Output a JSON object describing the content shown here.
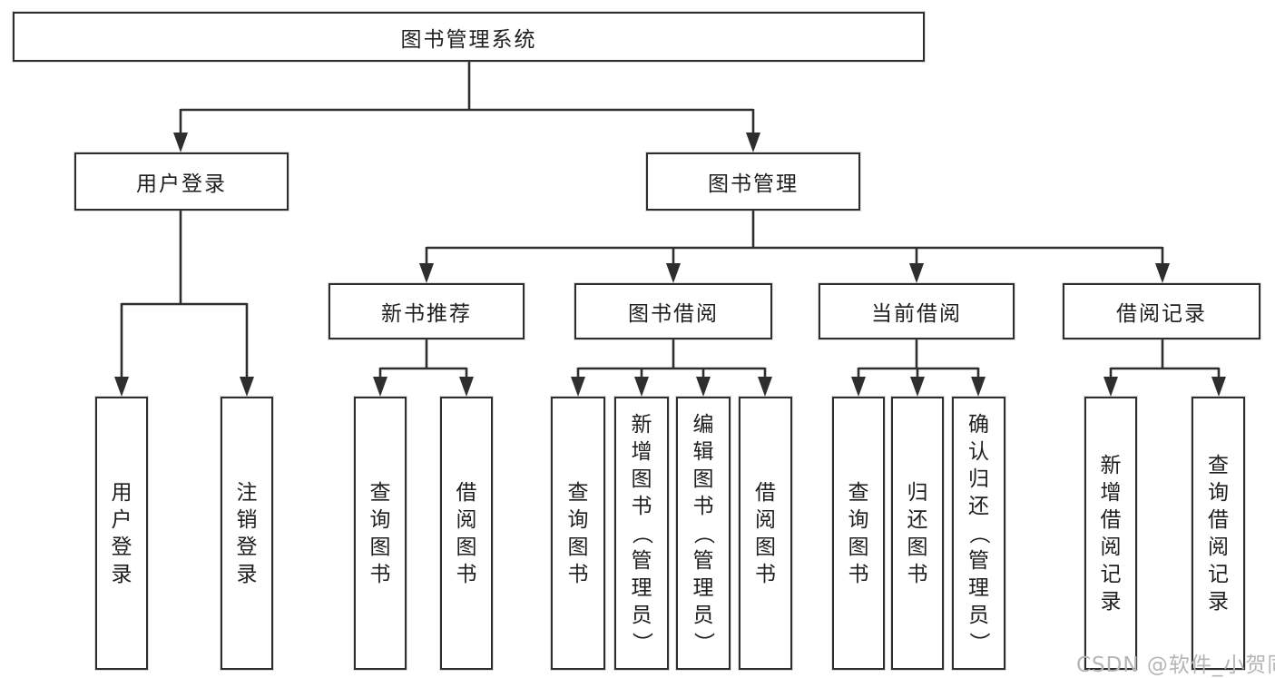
{
  "tree": {
    "label": "图书管理系统",
    "children": [
      {
        "label": "用户登录",
        "children": [
          {
            "label": "用户登录"
          },
          {
            "label": "注销登录"
          }
        ]
      },
      {
        "label": "图书管理",
        "children": [
          {
            "label": "新书推荐",
            "children": [
              {
                "label": "查询图书"
              },
              {
                "label": "借阅图书"
              }
            ]
          },
          {
            "label": "图书借阅",
            "children": [
              {
                "label": "查询图书"
              },
              {
                "label": "新增图书（管理员）"
              },
              {
                "label": "编辑图书（管理员）"
              },
              {
                "label": "借阅图书"
              }
            ]
          },
          {
            "label": "当前借阅",
            "children": [
              {
                "label": "查询图书"
              },
              {
                "label": "归还图书"
              },
              {
                "label": "确认归还（管理员）"
              }
            ]
          },
          {
            "label": "借阅记录",
            "children": [
              {
                "label": "新增借阅记录"
              },
              {
                "label": "查询借阅记录"
              }
            ]
          }
        ]
      }
    ]
  },
  "watermark": "CSDN @软件_小贺同学",
  "colors": {
    "line": "#2e2e2e",
    "text": "#1e1e1e",
    "background": "#ffffff",
    "watermark": "#b5b5b5"
  }
}
